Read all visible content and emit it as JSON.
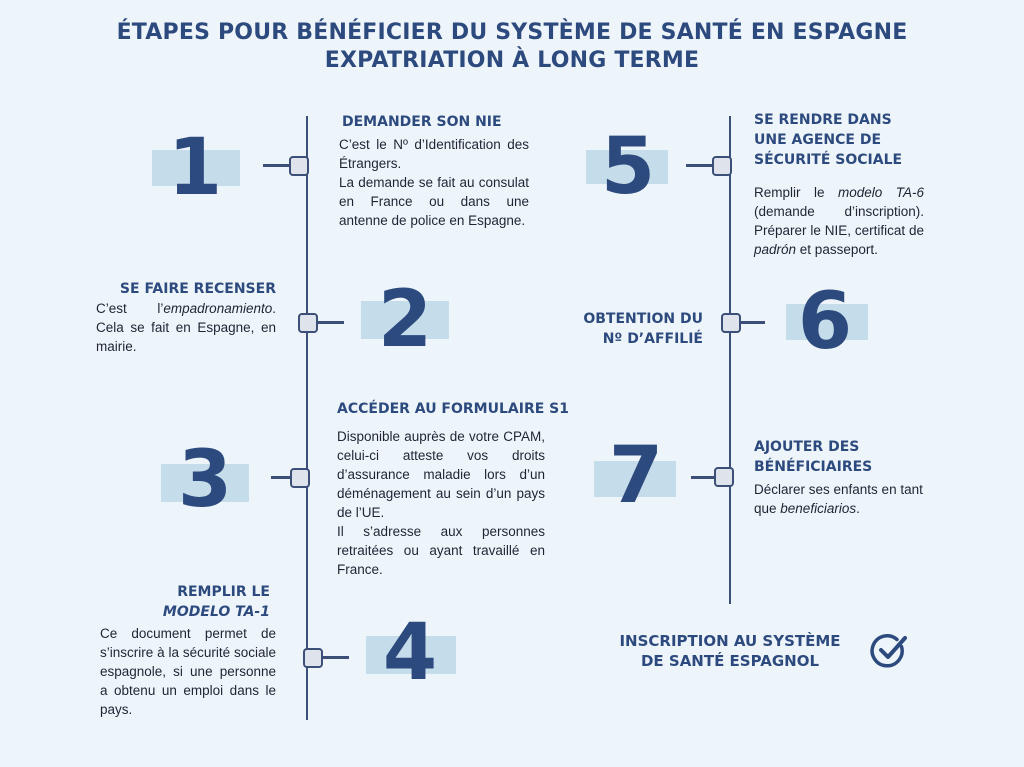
{
  "title": {
    "line1": "ÉTAPES POUR BÉNÉFICIER DU SYSTÈME DE SANTÉ EN ESPAGNE",
    "line2": "EXPATRIATION À LONG TERME"
  },
  "steps": [
    {
      "number": "1",
      "heading": "DEMANDER SON NIE",
      "body": [
        "C’est le Nº d’Identification des Étrangers.",
        "La demande se fait au consulat en France ou dans une antenne de police en Espagne."
      ]
    },
    {
      "number": "2",
      "heading": "SE FAIRE RECENSER",
      "body_pre": "C’est l’",
      "body_italic": "empadronamiento",
      "body_post": ". Cela se fait en Espagne, en mairie."
    },
    {
      "number": "3",
      "heading": "ACCÉDER AU FORMULAIRE S1",
      "body": [
        "Disponible auprès de votre CPAM, celui-ci atteste vos droits d’assurance maladie lors d’un déménagement au sein d’un pays de l’UE.",
        "Il s’adresse aux personnes retraitées ou ayant travaillé en France."
      ]
    },
    {
      "number": "4",
      "heading_line1": "REMPLIR LE",
      "heading_line2": "MODELO TA-1",
      "body": "Ce document permet de s’inscrire à la sécurité sociale espagnole, si une personne a obtenu un emploi dans le pays."
    },
    {
      "number": "5",
      "heading": "SE RENDRE DANS UNE AGENCE DE SÉCURITÉ SOCIALE",
      "body_parts": [
        "Remplir le ",
        "modelo TA-6",
        " (demande d’inscription). Préparer le NIE, certificat de ",
        "padrón",
        " et passeport."
      ]
    },
    {
      "number": "6",
      "heading_line1": "OBTENTION DU",
      "heading_line2": "Nº D’AFFILIÉ"
    },
    {
      "number": "7",
      "heading": "AJOUTER DES BÉNÉFICIAIRES",
      "body_pre": "Déclarer ses enfants en tant que ",
      "body_italic": "beneficiarios",
      "body_post": "."
    }
  ],
  "final": {
    "line1": "INSCRIPTION AU SYSTÈME",
    "line2": "DE SANTÉ ESPAGNOL",
    "icon": "check-circle-icon"
  },
  "colors": {
    "primary": "#2d4a7e",
    "line": "#3b4f78",
    "number_bg": "#c5dcea",
    "background": "#eef5fa"
  }
}
